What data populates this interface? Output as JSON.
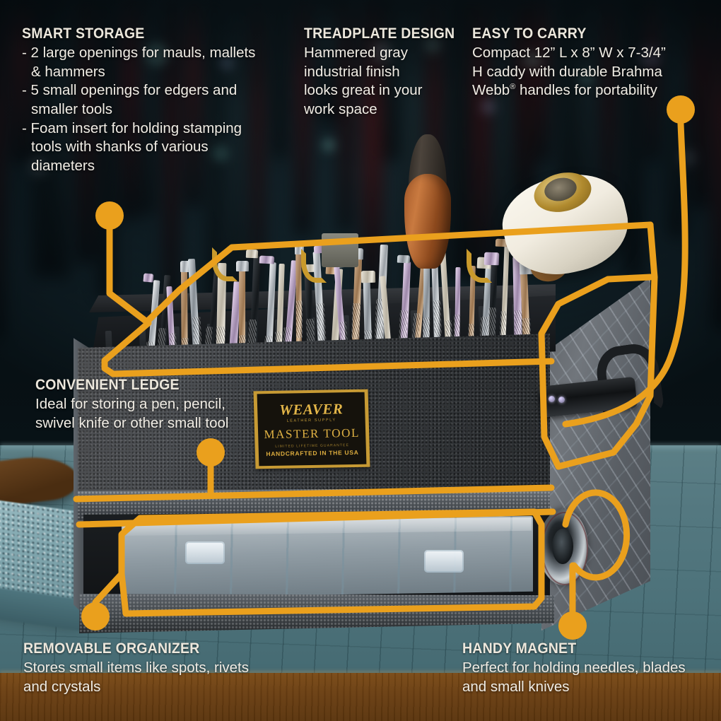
{
  "product": {
    "brand": "WEAVER",
    "brand_sub": "LEATHER SUPPLY",
    "name": "MASTER TOOL",
    "guarantee": "LIMITED LIFETIME GUARANTEE",
    "origin": "HANDCRAFTED IN THE USA"
  },
  "theme": {
    "accent": "#eaa01d",
    "heading_color": "#ece7dc",
    "body_color": "#f0ece4",
    "mat_color": "#50747c",
    "wood_color": "#6b3f12"
  },
  "callouts": [
    {
      "id": "smart-storage",
      "heading": "SMART STORAGE",
      "lines": [
        "- 2 large openings for mauls, mallets & hammers",
        "- 5 small openings for edgers and smaller tools",
        "- Foam insert for holding stamping tools with shanks of various diameters"
      ]
    },
    {
      "id": "treadplate-design",
      "heading": "TREADPLATE DESIGN",
      "lines": [
        "Hammered gray industrial finish looks great in your work space"
      ]
    },
    {
      "id": "easy-to-carry",
      "heading": "EASY TO CARRY",
      "lines": [
        "Compact 12” L x 8” W x 7-3/4” H caddy with durable Brahma Webb"
      ],
      "registered_mark": "®",
      "lines_after": " handles for portability"
    },
    {
      "id": "convenient-ledge",
      "heading": "CONVENIENT LEDGE",
      "lines": [
        "Ideal for storing a pen, pencil, swivel knife or other small tool"
      ]
    },
    {
      "id": "removable-organizer",
      "heading": "REMOVABLE ORGANIZER",
      "lines": [
        "Stores small items like spots, rivets and crystals"
      ]
    },
    {
      "id": "handy-magnet",
      "heading": "HANDY MAGNET",
      "lines": [
        "Perfect for holding needles, blades and small knives"
      ]
    }
  ]
}
